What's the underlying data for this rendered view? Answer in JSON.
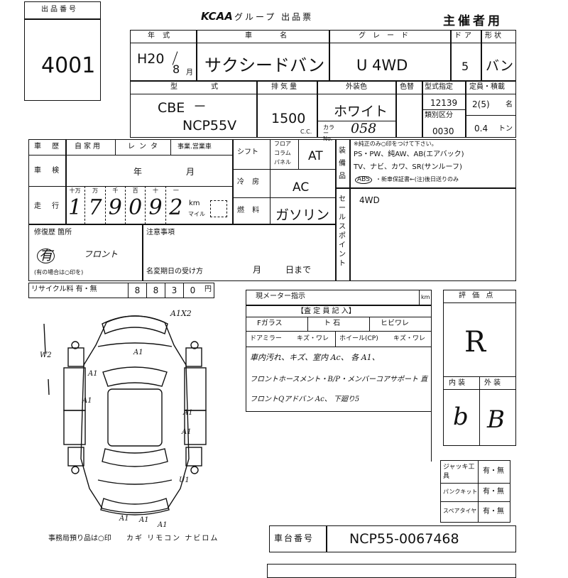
{
  "lot": {
    "label": "出品番号",
    "number": "4001"
  },
  "header": {
    "brand": "KCAA",
    "title": "グループ 出品票",
    "organizer": "主催者用"
  },
  "row1": {
    "year_label": "年 式",
    "name_label": "車 名",
    "grade_label": "グレード",
    "doors_label": "ドア",
    "shape_label": "形状",
    "era_year": "H20",
    "month_value": "8",
    "month_unit": "月",
    "car_name": "サクシードバン",
    "grade": "U 4WD",
    "doors": "5",
    "shape": "バン"
  },
  "row2": {
    "model_label": "型 式",
    "disp_label": "排気量",
    "color_label": "外装色",
    "color_code_label": "色替",
    "type_label": "型式指定",
    "class_label": "類別区分",
    "capacity_label": "定員・積載",
    "model_prefix": "CBE",
    "model_dash": "－",
    "model_code": "NCP55V",
    "displacement": "1500",
    "cc": "C.C.",
    "color": "ホワイト",
    "color_no_label": "カラー No.",
    "color_no": "058",
    "type_no": "12139",
    "class_no": "0030",
    "capacity": "2(5)",
    "capacity_unit": "名",
    "load": "0.4",
    "load_unit": "トン"
  },
  "history": {
    "label": "車 歴",
    "private": "自家用",
    "rental": "レンタ",
    "business": "事業.営業車",
    "inspection_label": "車 検",
    "inspection_year": "年",
    "inspection_month": "月",
    "mileage_label": "走 行",
    "digit_labels": [
      "十万",
      "万",
      "千",
      "百",
      "十",
      "一"
    ],
    "mileage_digits": [
      "1",
      "7",
      "9",
      "0",
      "9",
      "2"
    ],
    "km": "km",
    "mile": "マイル"
  },
  "shift": {
    "label": "シフト",
    "options": [
      "フロア",
      "コラム",
      "パネル"
    ],
    "value": "AT"
  },
  "aircon": {
    "label": "冷 房",
    "value": "AC"
  },
  "fuel": {
    "label": "燃 料",
    "value": "ガソリン"
  },
  "equipment": {
    "label": "装 備 品",
    "note": "※純正のみ○印をつけて下さい。",
    "line1": "PS・PW、純AW、AB(エアバック)",
    "line2": "TV、ナビ、カワ、SR(サンルーフ)",
    "line3_a": "ABS",
    "line3_b": "・新車保証書←(注)後日送りのみ"
  },
  "selling_point": {
    "label": "セールスポイント",
    "text": "4WD"
  },
  "repair": {
    "label": "修復歴 箇所",
    "mark": "有",
    "location": "フロント",
    "note": "(有の場合は○印を)"
  },
  "notes": {
    "label": "注意事項",
    "name_change": "名変期日の受け方",
    "month": "月",
    "day": "日まで"
  },
  "recycle": {
    "label": "リサイクル料 有・無",
    "digits": [
      "8",
      "8",
      "3",
      "0"
    ],
    "unit": "円"
  },
  "meter": {
    "label": "現メーター指示",
    "unit": "km"
  },
  "inspector": {
    "title": "【査 定 員 記 入】",
    "glass": "Fガラス",
    "stone": "ト 石",
    "crack": "ヒビワレ",
    "mirror": "ドアミラー",
    "mirror_opts": "キズ・ワレ",
    "wheel": "ホイール(CP)",
    "wheel_opts": "キズ・ワレ",
    "comment1": "車内汚れ、キズ、室内 Ac、 各 A1、",
    "comment2": "フロントホースメント・B/P・メンバーコアサポート 直",
    "comment3": "フロントQアドバン Ac、 下廻り5"
  },
  "score": {
    "label": "評 価 点",
    "value": "R",
    "interior_label": "内 装",
    "exterior_label": "外 装",
    "interior": "b",
    "exterior": "B"
  },
  "tools": {
    "jack_label": "ジャッキ工 具",
    "puncture_label": "パンクキット",
    "spare_label": "スペアタイヤ",
    "options": "有・無"
  },
  "diagram": {
    "marks": [
      "A1X2",
      "A1",
      "A1",
      "A1",
      "A1",
      "A1",
      "A1",
      "A1",
      "A1",
      "U1",
      "W2"
    ],
    "office_note": "事務局預り品は○印",
    "items": "カギ リモコン ナビロム"
  },
  "chassis": {
    "label": "車台番号",
    "value": "NCP55-0067468"
  }
}
